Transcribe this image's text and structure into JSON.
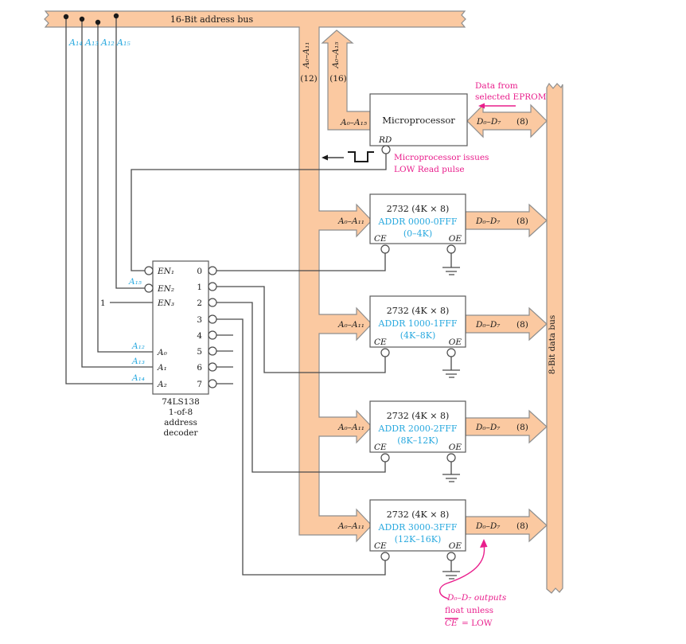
{
  "colors": {
    "bus_fill": "#FBC9A1",
    "bus_stroke": "#8E8E8E",
    "wire": "#4A4A4A",
    "cyan": "#29A9DF",
    "pink": "#E91E8C"
  },
  "address_bus": {
    "label": "16-Bit address bus",
    "taps": [
      "A₁₄",
      "A₁₃",
      "A₁₂",
      "A₁₅"
    ]
  },
  "abus11": {
    "label": "A₀–A₁₁",
    "width_label": "(12)"
  },
  "abus15": {
    "label": "A₀–A₁₅",
    "width_label": "(16)"
  },
  "data_bus": {
    "label": "8-Bit data bus"
  },
  "microprocessor": {
    "title": "Microprocessor",
    "addr_label": "A₀–A₁₅",
    "rd_label": "RD",
    "data_label": "D₀–D₇",
    "data_width": "(8)"
  },
  "decoder": {
    "en": [
      "EN₁",
      "EN₂",
      "EN₃"
    ],
    "a": [
      "A₀",
      "A₁",
      "A₂"
    ],
    "sig_a15": "A₁₅",
    "sig_one": "1",
    "sig_a12": "A₁₂",
    "sig_a13": "A₁₃",
    "sig_a14": "A₁₄",
    "outputs": [
      "0",
      "1",
      "2",
      "3",
      "4",
      "5",
      "6",
      "7"
    ],
    "caption": [
      "74LS138",
      "1-of-8",
      "address",
      "decoder"
    ]
  },
  "eproms": [
    {
      "title": "2732 (4K × 8)",
      "addr": "ADDR 0000-0FFF",
      "range": "(0–4K)",
      "ce": "CE",
      "oe": "OE",
      "addr_in": "A₀–A₁₁",
      "data_out": "D₀–D₇",
      "width": "(8)"
    },
    {
      "title": "2732 (4K × 8)",
      "addr": "ADDR 1000-1FFF",
      "range": "(4K–8K)",
      "ce": "CE",
      "oe": "OE",
      "addr_in": "A₀–A₁₁",
      "data_out": "D₀–D₇",
      "width": "(8)"
    },
    {
      "title": "2732 (4K × 8)",
      "addr": "ADDR 2000-2FFF",
      "range": "(8K–12K)",
      "ce": "CE",
      "oe": "OE",
      "addr_in": "A₀–A₁₁",
      "data_out": "D₀–D₇",
      "width": "(8)"
    },
    {
      "title": "2732 (4K × 8)",
      "addr": "ADDR 3000-3FFF",
      "range": "(12K–16K)",
      "ce": "CE",
      "oe": "OE",
      "addr_in": "A₀–A₁₁",
      "data_out": "D₀–D₇",
      "width": "(8)"
    }
  ],
  "annotations": {
    "data_from": {
      "line1": "Data from",
      "line2": "selected EPROM"
    },
    "read_pulse": {
      "line1": "Microprocessor issues",
      "line2": "LOW Read pulse"
    },
    "float_note": {
      "line1": "D₀–D₇ outputs",
      "line2": "float unless",
      "ce": "CE",
      "rest": "= LOW"
    }
  }
}
